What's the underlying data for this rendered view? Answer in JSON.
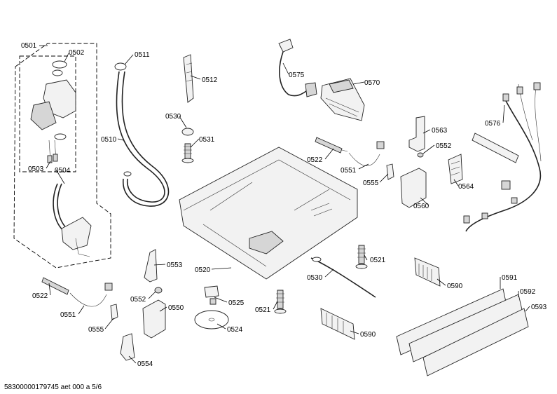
{
  "footer": "58300000179745 aet 000 a 5/6",
  "labels": {
    "l0501": "0501",
    "l0502": "0502",
    "l0503": "0503",
    "l0504": "0504",
    "l0510": "0510",
    "l0511": "0511",
    "l0512": "0512",
    "l0530a": "0530",
    "l0531": "0531",
    "l0575": "0575",
    "l0570": "0570",
    "l0576": "0576",
    "l0563": "0563",
    "l0552a": "0552",
    "l0522a": "0522",
    "l0551a": "0551",
    "l0555a": "0555",
    "l0564": "0564",
    "l0560": "0560",
    "l0521a": "0521",
    "l0520": "0520",
    "l0530b": "0530",
    "l0553": "0553",
    "l0552b": "0552",
    "l0550": "0550",
    "l0522b": "0522",
    "l0551b": "0551",
    "l0555b": "0555",
    "l0554": "0554",
    "l0525": "0525",
    "l0524": "0524",
    "l0521b": "0521",
    "l0590a": "0590",
    "l0590b": "0590",
    "l0591": "0591",
    "l0592": "0592",
    "l0593": "0593"
  }
}
